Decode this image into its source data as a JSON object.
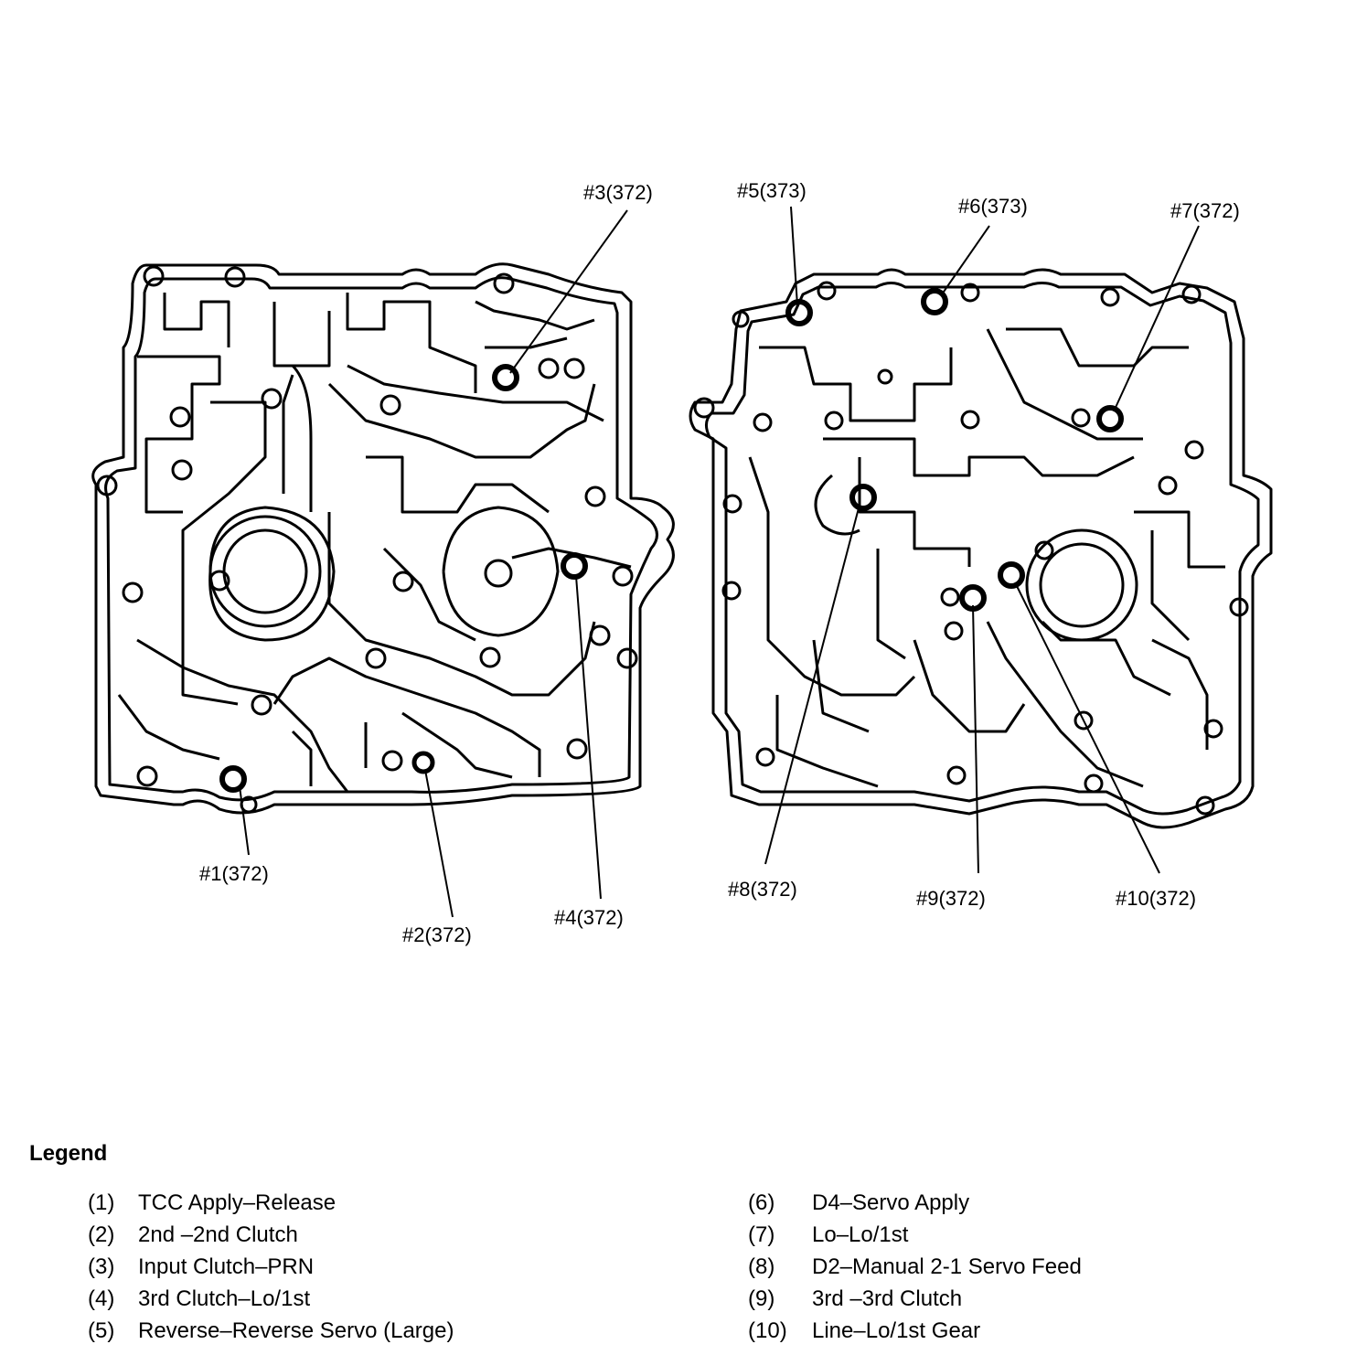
{
  "callouts": [
    {
      "id": "#1(372)"
    },
    {
      "id": "#2(372)"
    },
    {
      "id": "#3(372)"
    },
    {
      "id": "#4(372)"
    },
    {
      "id": "#5(373)"
    },
    {
      "id": "#6(373)"
    },
    {
      "id": "#7(372)"
    },
    {
      "id": "#8(372)"
    },
    {
      "id": "#9(372)"
    },
    {
      "id": "#10(372)"
    }
  ],
  "legend": {
    "title": "Legend",
    "items": [
      {
        "num": "(1)",
        "text": "TCC Apply–Release"
      },
      {
        "num": "(2)",
        "text": "2nd –2nd Clutch"
      },
      {
        "num": "(3)",
        "text": "Input Clutch–PRN"
      },
      {
        "num": "(4)",
        "text": "3rd Clutch–Lo/1st"
      },
      {
        "num": "(5)",
        "text": "Reverse–Reverse Servo (Large)"
      },
      {
        "num": "(6)",
        "text": "D4–Servo Apply"
      },
      {
        "num": "(7)",
        "text": "Lo–Lo/1st"
      },
      {
        "num": "(8)",
        "text": "D2–Manual 2-1 Servo Feed"
      },
      {
        "num": "(9)",
        "text": "3rd –3rd Clutch"
      },
      {
        "num": "(10)",
        "text": "Line–Lo/1st  Gear"
      }
    ]
  }
}
